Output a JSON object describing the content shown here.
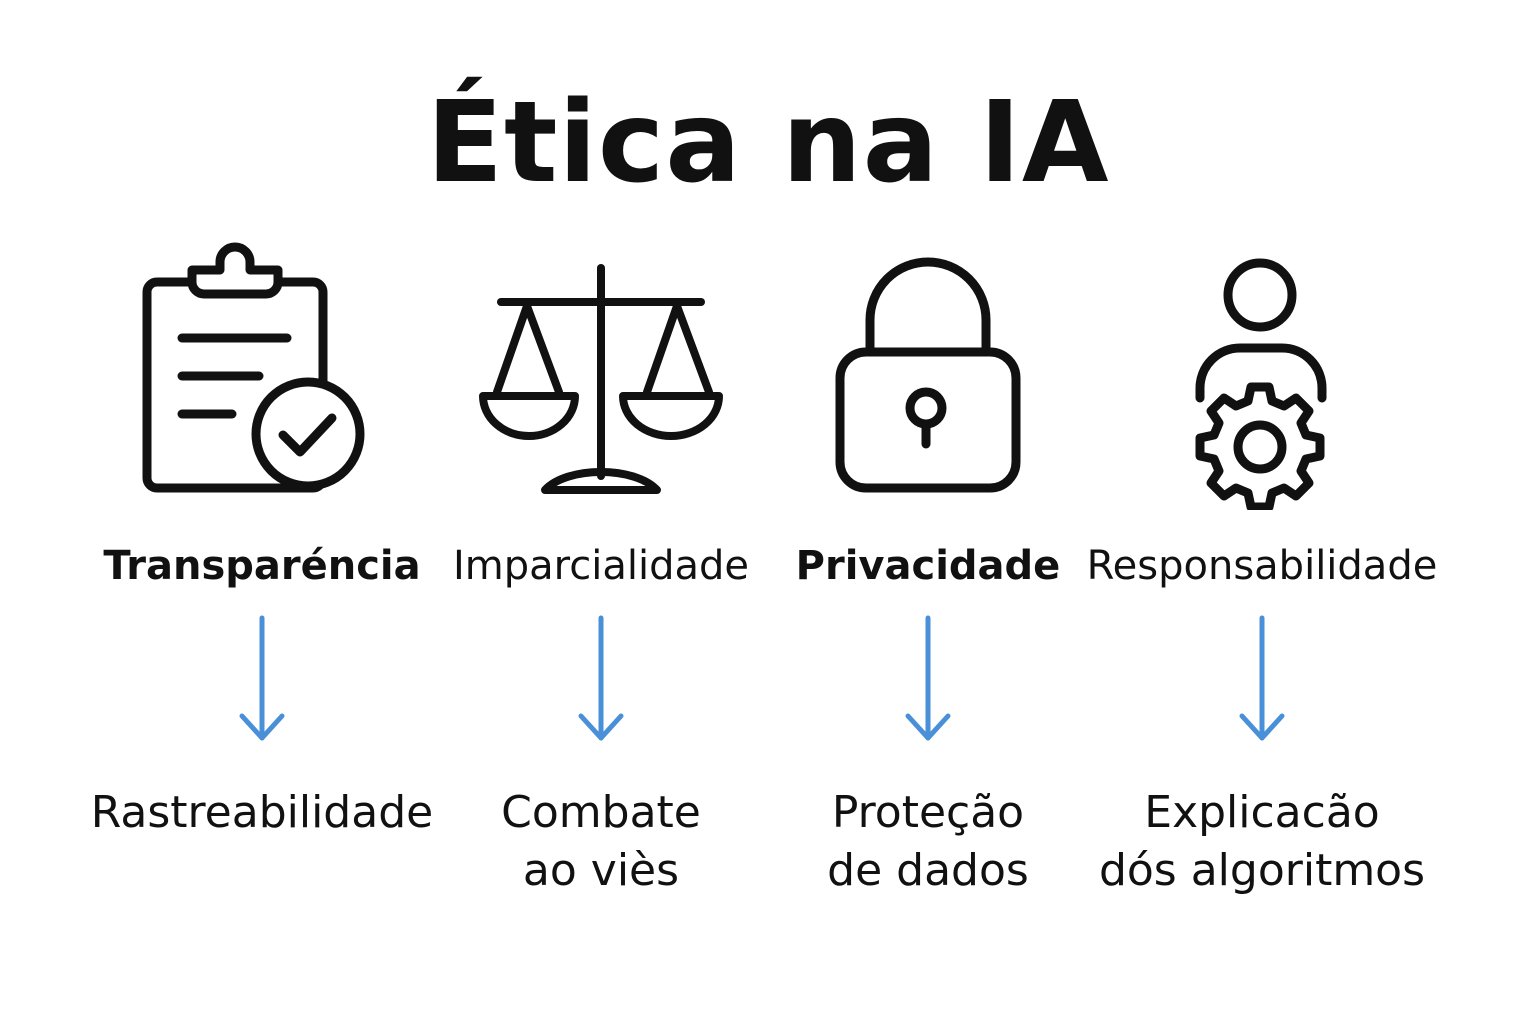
{
  "title": "Ética na IA",
  "accent_color": "#4a90d9",
  "columns": [
    {
      "icon": "clipboard-check-icon",
      "label": "Transparéncia",
      "result_lines": [
        "Rastreabilidade"
      ]
    },
    {
      "icon": "scales-of-justice-icon",
      "label": "Imparcialidade",
      "result_lines": [
        "Combate",
        "ao viès"
      ]
    },
    {
      "icon": "padlock-icon",
      "label": "Privacidade",
      "result_lines": [
        "Proteção",
        "de dados"
      ]
    },
    {
      "icon": "person-gear-icon",
      "label": "Responsabilidade",
      "result_lines": [
        "Explicacão",
        "dós algoritmos"
      ]
    }
  ]
}
